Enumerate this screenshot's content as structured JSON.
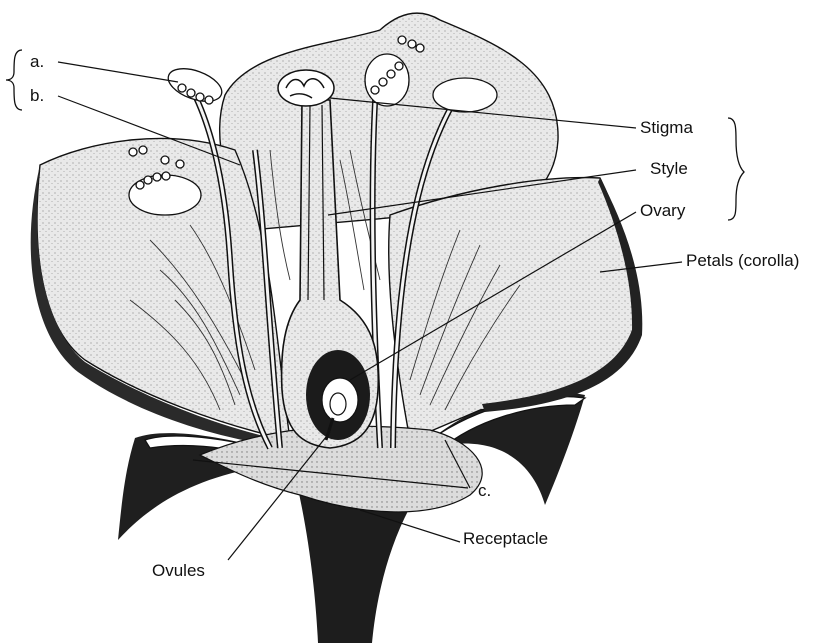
{
  "labels": {
    "a": "a.",
    "b": "b.",
    "c": "c.",
    "stigma": "Stigma",
    "style": "Style",
    "ovary": "Ovary",
    "petals": "Petals (corolla)",
    "receptacle": "Receptacle",
    "ovules": "Ovules"
  },
  "colors": {
    "ink": "#111111",
    "petal_fill": "#e6e6e6",
    "petal_shadow": "#2a2a2a",
    "tissue_fill": "#f2f2f2"
  }
}
